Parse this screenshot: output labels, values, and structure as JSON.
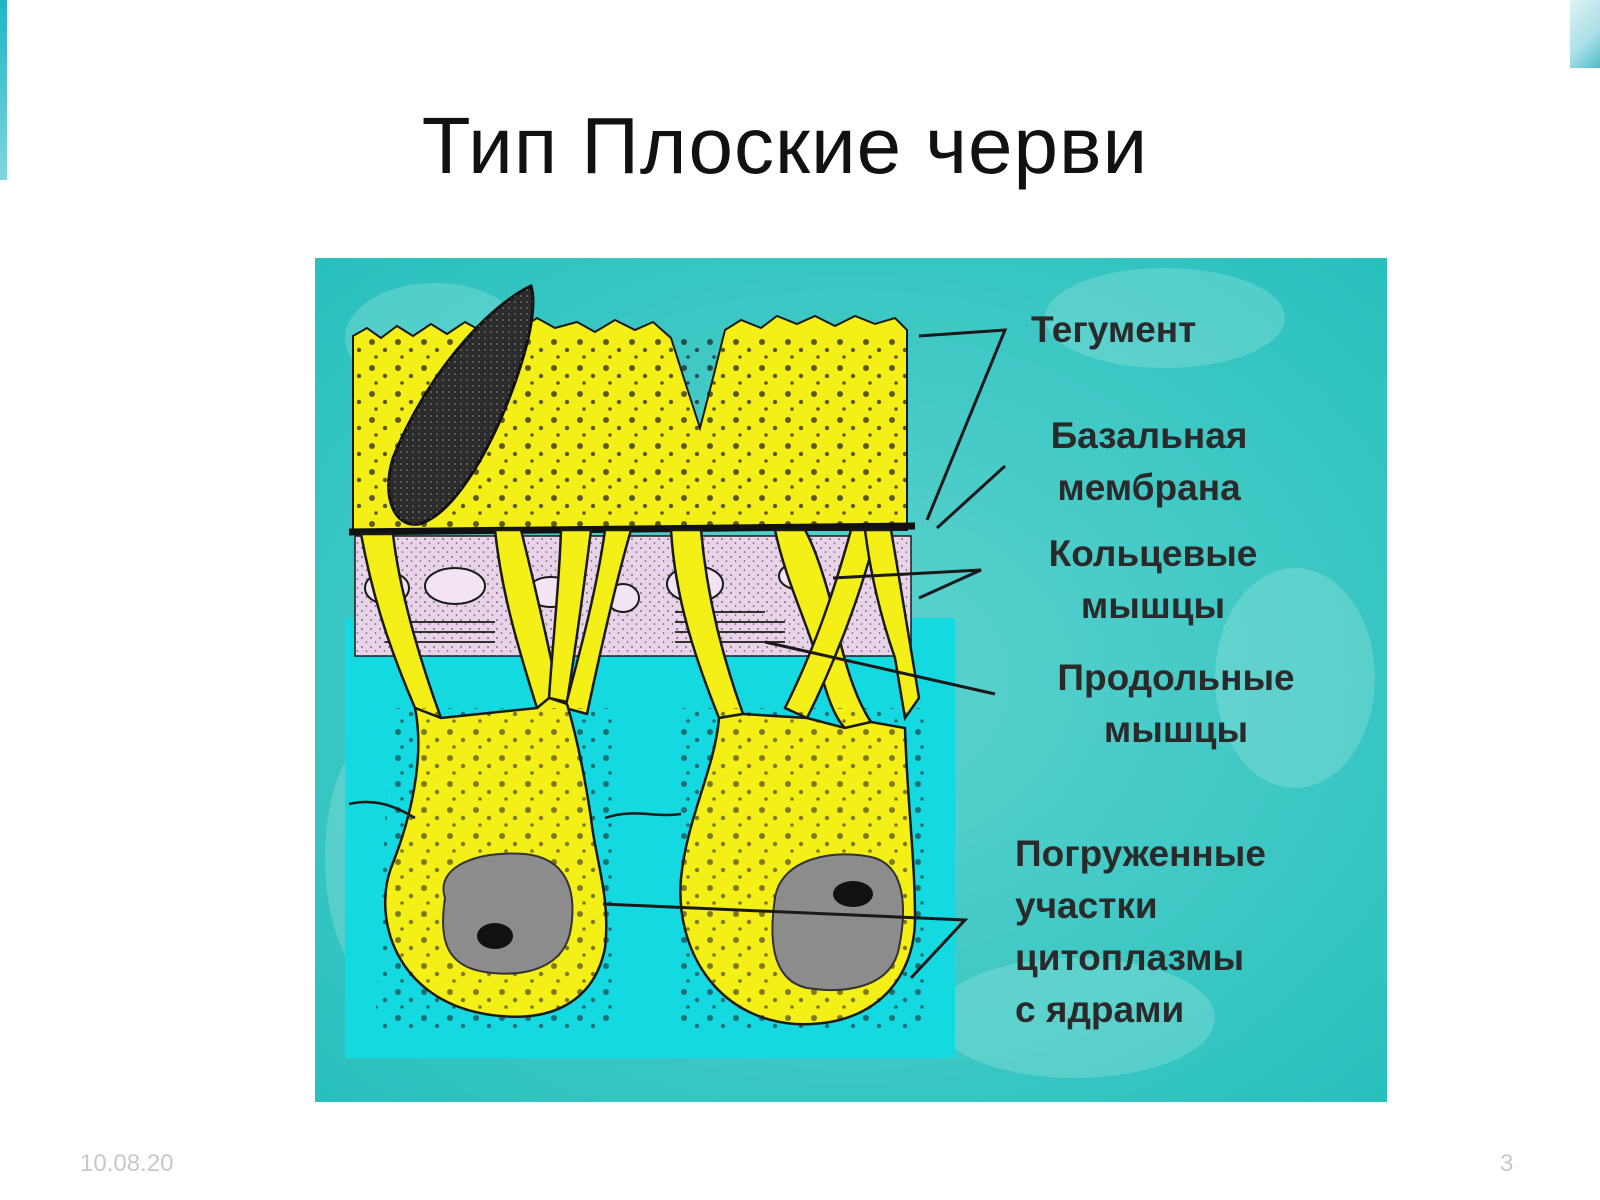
{
  "slide": {
    "title": "Тип Плоские черви",
    "footer_date": "10.08.20",
    "footer_page": "3"
  },
  "diagram": {
    "labels": {
      "tegument": "Тегумент",
      "basal_membrane_line1": "Базальная",
      "basal_membrane_line2": "мембрана",
      "circular_muscles_line1": "Кольцевые",
      "circular_muscles_line2": "мышцы",
      "longitudinal_muscles_line1": "Продольные",
      "longitudinal_muscles_line2": "мышцы",
      "cytoplasm_line1": "Погруженные",
      "cytoplasm_line2": "участки",
      "cytoplasm_line3": "цитоплазмы",
      "cytoplasm_line4": "с ядрами"
    },
    "colors": {
      "background": "#2ec4c1",
      "tissue": "#f3f01a",
      "muscle": "#ead6ea",
      "nucleus": "#8c8c8c",
      "outline": "#1a1a1a"
    }
  }
}
